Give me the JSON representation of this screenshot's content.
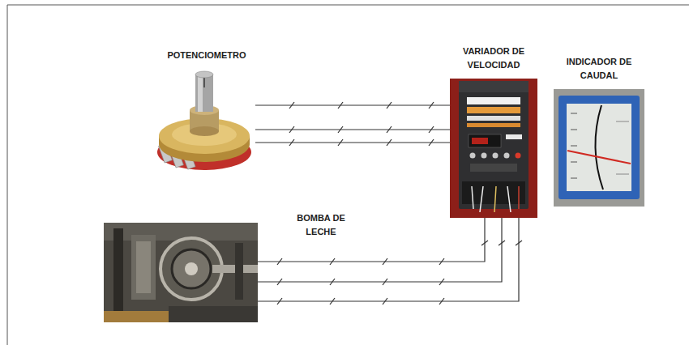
{
  "diagram": {
    "nodes": [
      {
        "text": [
          "POTENCIOMETRO"
        ]
      },
      {
        "text": [
          "VARIADOR DE VELOCIDAD"
        ]
      },
      {
        "text": [
          "INDICADOR DE CAUDAL"
        ]
      },
      {
        "text": [
          "BOMBA DE LECHE"
        ]
      }
    ],
    "edges": [
      {
        "from": 0,
        "to": 1,
        "arrow": "none"
      },
      {
        "from": 0,
        "to": 1,
        "arrow": "none"
      },
      {
        "from": 0,
        "to": 1,
        "arrow": "none"
      },
      {
        "from": 3,
        "to": 1,
        "arrow": "none"
      },
      {
        "from": 3,
        "to": 1,
        "arrow": "none"
      },
      {
        "from": 3,
        "to": 1,
        "arrow": "none"
      }
    ]
  }
}
